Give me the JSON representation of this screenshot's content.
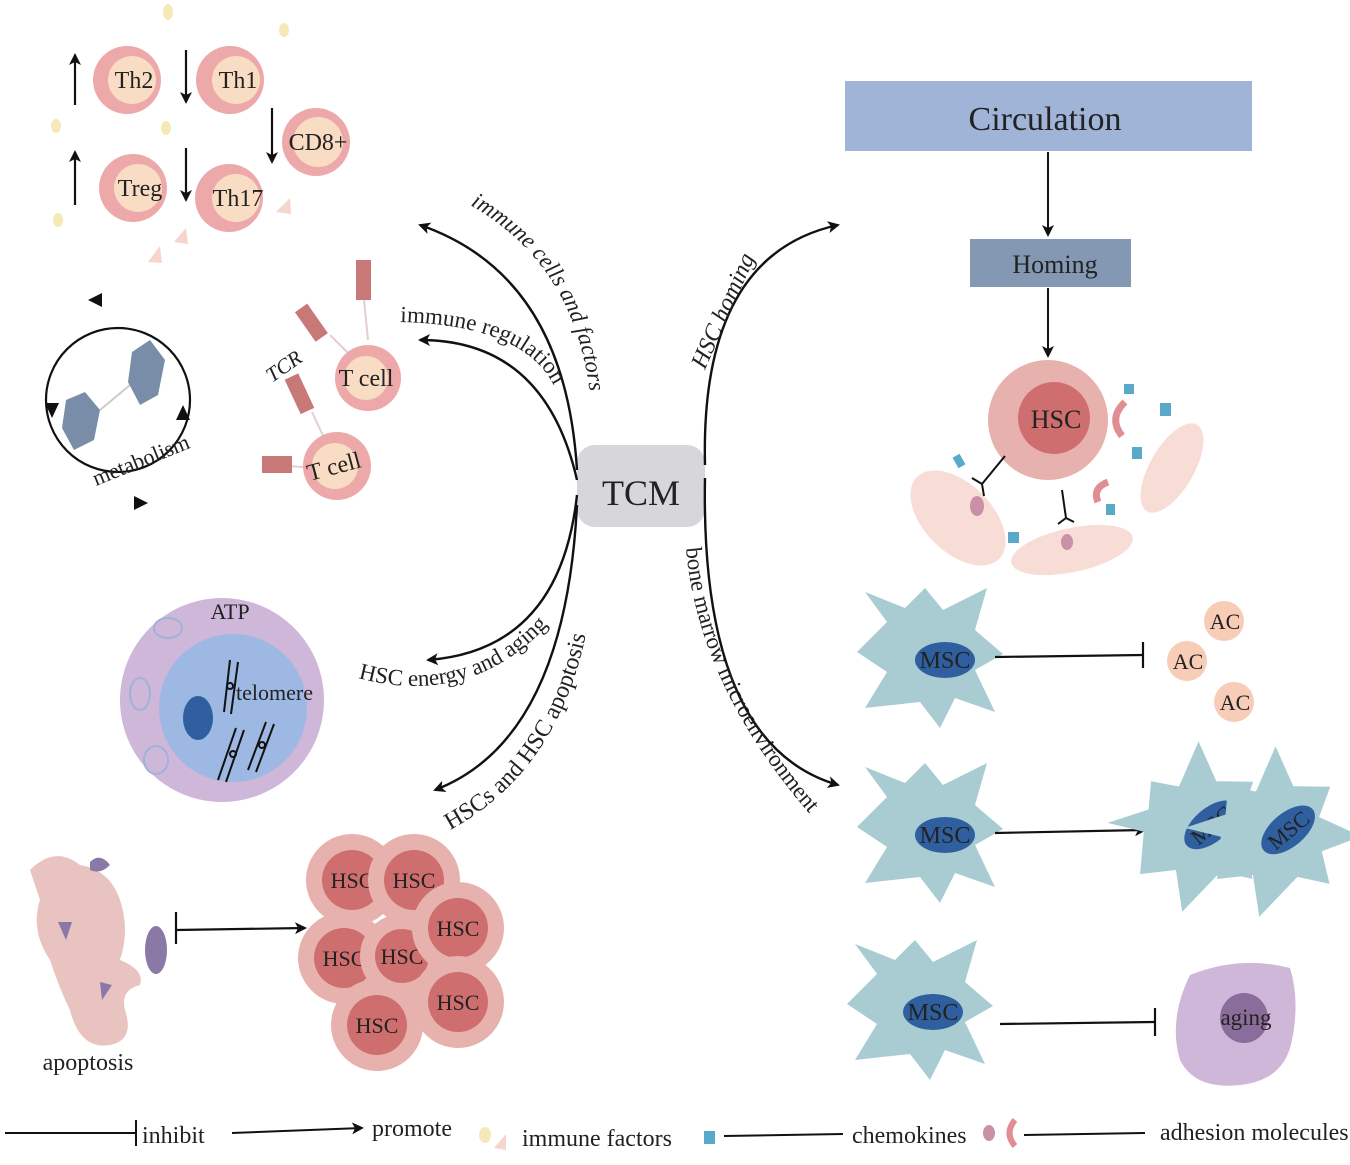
{
  "center": {
    "label": "TCM"
  },
  "branches": {
    "immune_cells": "immune cells and factors",
    "immune_regulation": "immune regulation",
    "energy_aging": "HSC energy and aging",
    "apoptosis": "HSCs and HSC apoptosis",
    "homing": "HSC homing",
    "microenvironment": "bone marrow microenvironment"
  },
  "immune_panel": {
    "cells": [
      "Th2",
      "Th1",
      "CD8+",
      "Treg",
      "Th17"
    ]
  },
  "metabolism": {
    "label": "metabolism"
  },
  "tcell_panel": {
    "tcr": "TCR",
    "tcell_1": "T cell",
    "tcell_2": "T cell"
  },
  "energy_panel": {
    "atp": "ATP",
    "telomere": "telomere"
  },
  "apoptosis_panel": {
    "label": "apoptosis",
    "hsc_cluster": [
      "HSC",
      "HSC",
      "HSC",
      "HSC",
      "HSC",
      "HSC",
      "HSC"
    ]
  },
  "homing_panel": {
    "circulation": "Circulation",
    "homing": "Homing",
    "hsc": "HSC"
  },
  "msc_panel": {
    "msc_1": "MSC",
    "msc_2": "MSC",
    "msc_3": "MSC",
    "msc_4": "MSC",
    "msc_5": "MSC",
    "ac": [
      "AC",
      "AC",
      "AC"
    ],
    "aging": "aging"
  },
  "legend": {
    "inhibit": "inhibit",
    "promote": "promote",
    "immune_factors": "immune factors",
    "chemokines": "chemokines",
    "adhesion": "adhesion molecules"
  },
  "colors": {
    "cell_outer": "#eda9a9",
    "cell_inner": "#f9dcc4",
    "hsc_outer": "#e7b2ad",
    "hsc_inner": "#cf6e6e",
    "msc_body": "#a9ccd2",
    "msc_nucleus": "#2f5f9e",
    "circulation_box": "#a0b4d8",
    "homing_box": "#8497b3",
    "center_box": "#d6d6db",
    "chemokine": "#5aa9c9"
  }
}
